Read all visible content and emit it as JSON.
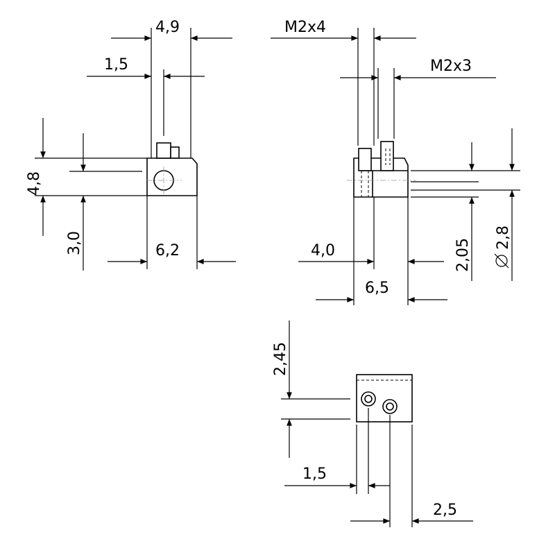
{
  "drawing": {
    "dimensions": {
      "top_width": "4,9",
      "top_offset": "1,5",
      "left_height": "4,8",
      "left_offset": "3,0",
      "base_width": "6,2",
      "thread_a": "M2x4",
      "thread_b": "M2x3",
      "right_offset": "4,0",
      "right_width": "6,5",
      "bore_offset": "2,05",
      "bore_diameter": "2,8",
      "bottom_height": "2,45",
      "bottom_offset_a": "1,5",
      "bottom_offset_b": "2,5"
    }
  }
}
